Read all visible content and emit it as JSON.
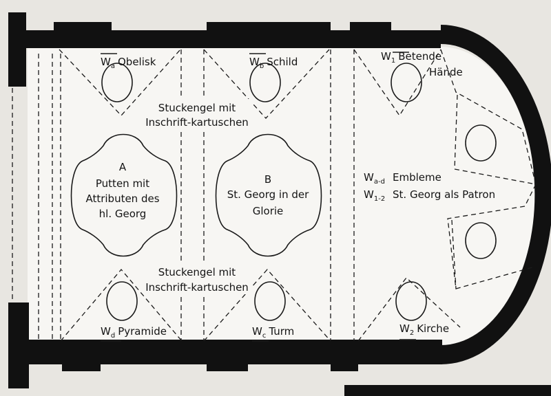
{
  "panels": {
    "a": {
      "letter": "A",
      "lines": [
        "Putten mit",
        "Attributen des",
        "hl. Georg"
      ]
    },
    "b": {
      "letter": "B",
      "lines": [
        "St. Georg in der",
        "Glorie"
      ]
    }
  },
  "stucco_top": [
    "Stuckengel mit",
    "Inschrift-kartuschen"
  ],
  "stucco_bottom": [
    "Stuckengel mit",
    "Inschrift-kartuschen"
  ],
  "medallions": {
    "wa": {
      "letter": "W",
      "sub": "a",
      "name": "Obelisk"
    },
    "wb": {
      "letter": "W",
      "sub": "b",
      "name": "Schild"
    },
    "wc": {
      "letter": "W",
      "sub": "c",
      "name": "Turm"
    },
    "wd": {
      "letter": "W",
      "sub": "d",
      "name": "Pyramide"
    },
    "w1": {
      "letter": "W",
      "sub": "1",
      "name": "Betende",
      "name2": "Hände"
    },
    "w2": {
      "letter": "W",
      "sub": "2",
      "name": "Kirche"
    }
  },
  "legend": [
    {
      "letter": "W",
      "sub": "a-d",
      "text": "Embleme"
    },
    {
      "letter": "W",
      "sub": "1-2",
      "text": "St. Georg als Patron"
    }
  ],
  "colors": {
    "wall": "#111111",
    "paper": "#e8e6e1",
    "plan": "#f7f6f3"
  }
}
